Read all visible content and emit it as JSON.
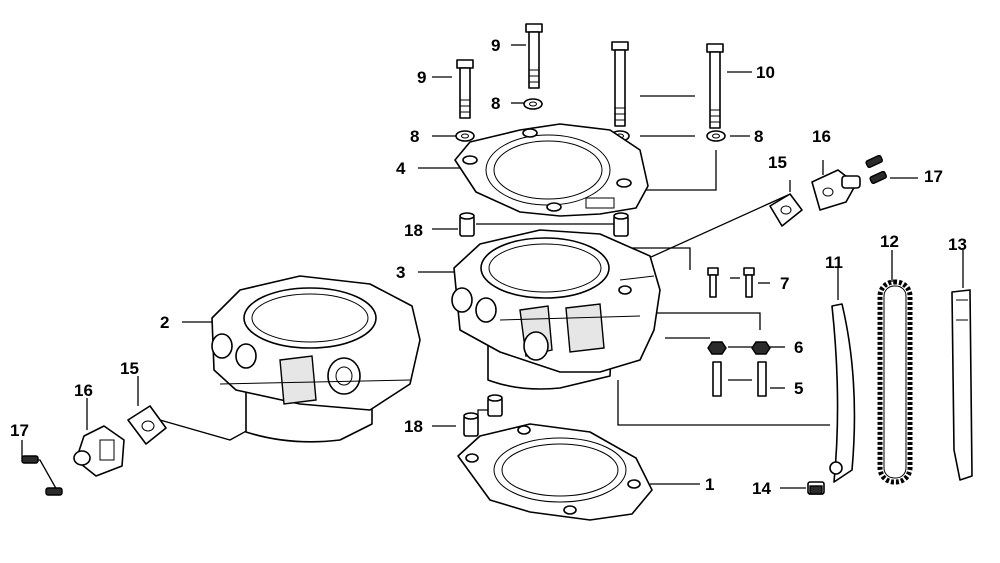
{
  "diagram": {
    "callouts": {
      "c1": "1",
      "c2": "2",
      "c3": "3",
      "c4": "4",
      "c5": "5",
      "c6": "6",
      "c7": "7",
      "c8a": "8",
      "c8b": "8",
      "c8c": "8",
      "c9a": "9",
      "c9b": "9",
      "c10": "10",
      "c11": "11",
      "c12": "12",
      "c13": "13",
      "c14": "14",
      "c15a": "15",
      "c15b": "15",
      "c16a": "16",
      "c16b": "16",
      "c17a": "17",
      "c17b": "17",
      "c18a": "18",
      "c18b": "18"
    }
  }
}
